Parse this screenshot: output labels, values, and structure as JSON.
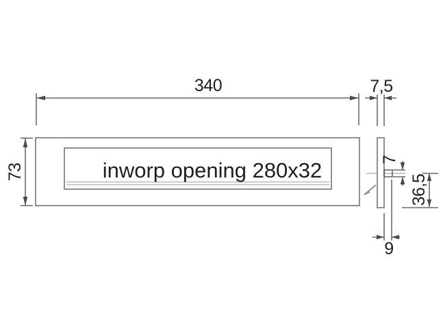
{
  "colors": {
    "bg": "#ffffff",
    "line": "#8f8f8f",
    "thin": "#b8b8b8",
    "dim": "#4a4a4a",
    "text": "#1f1f1f"
  },
  "front_view": {
    "label": "inworp opening 280x32",
    "width_dim": "340",
    "height_dim": "73"
  },
  "side_view": {
    "thickness_dim": "7,5",
    "pin_dim": "7",
    "offset_dim": "36,5",
    "depth_dim": "9"
  }
}
